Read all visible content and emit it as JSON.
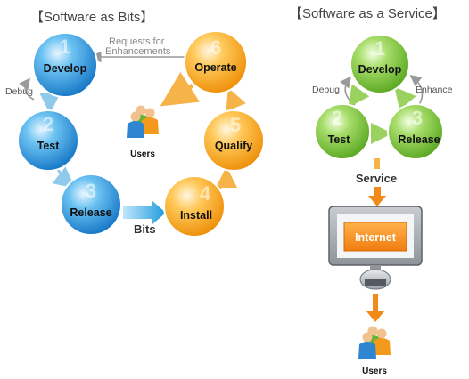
{
  "left": {
    "title": "【Software as Bits】",
    "nodes": {
      "develop": {
        "num": "1",
        "label": "Develop"
      },
      "test": {
        "num": "2",
        "label": "Test"
      },
      "release": {
        "num": "3",
        "label": "Release"
      },
      "install": {
        "num": "4",
        "label": "Install"
      },
      "qualify": {
        "num": "5",
        "label": "Qualify"
      },
      "operate": {
        "num": "6",
        "label": "Operate"
      }
    },
    "requests_line1": "Requests for",
    "requests_line2": "Enhancements",
    "debug": "Debug",
    "bits": "Bits",
    "users": "Users"
  },
  "right": {
    "title": "【Software as a Service】",
    "nodes": {
      "develop": {
        "num": "1",
        "label": "Develop"
      },
      "test": {
        "num": "2",
        "label": "Test"
      },
      "release": {
        "num": "3",
        "label": "Release"
      }
    },
    "debug": "Debug",
    "enhance": "Enhance",
    "service": "Service",
    "internet": "Internet",
    "users": "Users"
  },
  "colors": {
    "blue": "#2a8fd6",
    "orange": "#f5a21b",
    "green": "#7cc242",
    "arrow_orange": "#f28a1a",
    "arrow_blue": "#2aa6e0"
  }
}
